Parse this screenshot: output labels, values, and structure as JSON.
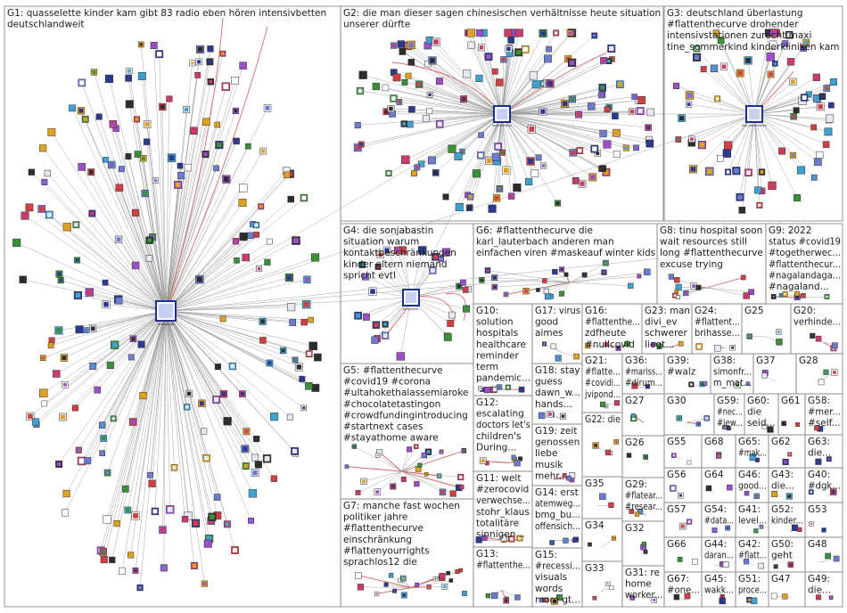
{
  "groups": [
    {
      "id": "g1",
      "lines": [
        "G1: quasselette kinder kam gibt 83 radio eben hören intensivbetten",
        "deutschlandweit"
      ]
    },
    {
      "id": "g2",
      "lines": [
        "G2: die man dieser sagen chinesischen verhältnisse heute situation",
        "unserer dürfte"
      ]
    },
    {
      "id": "g3",
      "lines": [
        "G3: deutschland überlastung",
        "#flattenthecurve drohender",
        "intensivstationen zurecht maxi",
        "tine_sommerkind kinderkliniken kam"
      ]
    },
    {
      "id": "g4",
      "lines": [
        "G4: die sonjabastin",
        "situation warum",
        "kontaktbeschränkungen",
        "kinder eltern niemand",
        "spricht evtl"
      ]
    },
    {
      "id": "g5",
      "lines": [
        "G5: #flattenthecurve",
        "#covid19 #corona",
        "#ultahokethalassemiaroke",
        "#chocolatetastingon",
        "#crowdfundingintroducing",
        "#startnext cases",
        "#stayathome aware"
      ]
    },
    {
      "id": "g6",
      "lines": [
        "G6: #flattenthecurve die",
        "karl_lauterbach anderen man",
        "einfachen viren #maskeauf winter kids"
      ]
    },
    {
      "id": "g7",
      "lines": [
        "G7: manche fast wochen",
        "politiker jahre",
        "#flattenthecurve",
        "einschränkung",
        "#flattenyourrights",
        "sprachlos12 die"
      ]
    },
    {
      "id": "g8",
      "lines": [
        "G8: tinu hospital soon",
        "wait resources still",
        "long #flattenthecurve",
        "excuse trying"
      ]
    },
    {
      "id": "g9",
      "lines": [
        "G9: 2022",
        "status #covid19",
        "#togetherwec...",
        "#flattenthecur...",
        "#nagalandaga...",
        "#nagaland..."
      ]
    },
    {
      "id": "g10",
      "lines": [
        "G10:",
        "solution",
        "hospitals",
        "healthcare",
        "reminder",
        "term",
        "pandemic..."
      ]
    },
    {
      "id": "g11",
      "lines": [
        "G11: welt",
        "#zerocovid",
        "verwechse...",
        "stohr_klaus",
        "totalitäre",
        "sinnigen..."
      ]
    },
    {
      "id": "g12",
      "lines": [
        "G12:",
        "escalating",
        "doctors let's",
        "children's",
        "During..."
      ]
    },
    {
      "id": "g13",
      "lines": [
        "G13:",
        "#flattenthe..."
      ]
    },
    {
      "id": "g14",
      "lines": [
        "G14: erst",
        "atemweg...",
        "bmg_bu...",
        "offensich..."
      ]
    },
    {
      "id": "g15",
      "lines": [
        "G15:",
        "#recessi...",
        "visuals",
        "words",
        "more gt..."
      ]
    },
    {
      "id": "g16",
      "lines": [
        "G16:",
        "#flattenthe...",
        "zdfheute",
        "#nullcovid"
      ]
    },
    {
      "id": "g17",
      "lines": [
        "G17: virus",
        "good",
        "aimes"
      ]
    },
    {
      "id": "g18",
      "lines": [
        "G18: stay",
        "guess",
        "dawn_w...",
        "hands..."
      ]
    },
    {
      "id": "g19",
      "lines": [
        "G19: zeit",
        "genossen",
        "liebe",
        "musik",
        "mehr..."
      ]
    },
    {
      "id": "g20",
      "lines": [
        "G20:",
        "verhinde..."
      ]
    },
    {
      "id": "g21",
      "lines": [
        "G21:",
        "#flatte...",
        "#covidi...",
        "jvipond..."
      ]
    },
    {
      "id": "g22",
      "lines": [
        "G22: die"
      ]
    },
    {
      "id": "g23",
      "lines": [
        "G23: man",
        "divi_ev",
        "schwerer",
        "liegt..."
      ]
    },
    {
      "id": "g24",
      "lines": [
        "G24:",
        "#flattent...",
        "brihasse..."
      ]
    },
    {
      "id": "g25",
      "lines": [
        "G25"
      ]
    },
    {
      "id": "g26",
      "lines": [
        "G26"
      ]
    },
    {
      "id": "g27",
      "lines": [
        "G27"
      ]
    },
    {
      "id": "g28",
      "lines": [
        "G28"
      ]
    },
    {
      "id": "g29",
      "lines": [
        "G29:",
        "#flatear...",
        "#resear..."
      ]
    },
    {
      "id": "g30",
      "lines": [
        "G30"
      ]
    },
    {
      "id": "g31",
      "lines": [
        "G31: re",
        "home",
        "worker..."
      ]
    },
    {
      "id": "g32",
      "lines": [
        "G32"
      ]
    },
    {
      "id": "g33",
      "lines": [
        "G33"
      ]
    },
    {
      "id": "g34",
      "lines": [
        "G34"
      ]
    },
    {
      "id": "g35",
      "lines": [
        "G35"
      ]
    },
    {
      "id": "g36",
      "lines": [
        "G36:",
        "#mariss...",
        "#dirum..."
      ]
    },
    {
      "id": "g37",
      "lines": [
        "G37"
      ]
    },
    {
      "id": "g38",
      "lines": [
        "G38:",
        "simonfr...",
        "m_mat..."
      ]
    },
    {
      "id": "g39",
      "lines": [
        "G39:",
        "#walz"
      ]
    },
    {
      "id": "g40",
      "lines": [
        "G40:",
        "#dgk..."
      ]
    },
    {
      "id": "g41",
      "lines": [
        "G41:",
        "level..."
      ]
    },
    {
      "id": "g42",
      "lines": [
        "G42:",
        "#flatt..."
      ]
    },
    {
      "id": "g43",
      "lines": [
        "G43:",
        "die..."
      ]
    },
    {
      "id": "g44",
      "lines": [
        "G44:",
        "daran..."
      ]
    },
    {
      "id": "g45",
      "lines": [
        "G45:",
        "wakk..."
      ]
    },
    {
      "id": "g46",
      "lines": [
        "G46:",
        "good..."
      ]
    },
    {
      "id": "g47",
      "lines": [
        "G47"
      ]
    },
    {
      "id": "g48",
      "lines": [
        "G48"
      ]
    },
    {
      "id": "g49",
      "lines": [
        "G49:",
        "die..."
      ]
    },
    {
      "id": "g50",
      "lines": [
        "G50:",
        "geht"
      ]
    },
    {
      "id": "g51",
      "lines": [
        "G51:",
        "proce..."
      ]
    },
    {
      "id": "g52",
      "lines": [
        "G52:",
        "kinder..."
      ]
    },
    {
      "id": "g53",
      "lines": [
        "G53"
      ]
    },
    {
      "id": "g54",
      "lines": [
        "G54:",
        "#data..."
      ]
    },
    {
      "id": "g55",
      "lines": [
        "G55"
      ]
    },
    {
      "id": "g56",
      "lines": [
        "G56"
      ]
    },
    {
      "id": "g57",
      "lines": [
        "G57"
      ]
    },
    {
      "id": "g58",
      "lines": [
        "G58:",
        "#mer...",
        "#self..."
      ]
    },
    {
      "id": "g59",
      "lines": [
        "G59:",
        "#nec...",
        "#jew..."
      ]
    },
    {
      "id": "g60",
      "lines": [
        "G60:",
        "die",
        "seid..."
      ]
    },
    {
      "id": "g61",
      "lines": [
        "G61"
      ]
    },
    {
      "id": "g62",
      "lines": [
        "G62"
      ]
    },
    {
      "id": "g63",
      "lines": [
        "G63:",
        "die..."
      ]
    },
    {
      "id": "g64",
      "lines": [
        "G64"
      ]
    },
    {
      "id": "g65",
      "lines": [
        "G65:",
        "#mak..."
      ]
    },
    {
      "id": "g66",
      "lines": [
        "G66"
      ]
    },
    {
      "id": "g67",
      "lines": [
        "G67:",
        "#one..."
      ]
    },
    {
      "id": "g68",
      "lines": [
        "G68"
      ]
    }
  ],
  "hubs": {
    "g1": "quasselette",
    "g2": "fleuryschellen",
    "g3": "tine_sommerkind",
    "g4": "sonjabastin"
  },
  "colors": {
    "edge": "#9b9b9b",
    "highlight_edge": "#d86a6a",
    "hub_border": "#1d2f8f",
    "node_palette": [
      "#2b3a8f",
      "#6c7bd0",
      "#ffffff",
      "#e8e8f5",
      "#3b8f3b",
      "#c93b6b",
      "#e0a020",
      "#9a4fc8",
      "#2d2d2d",
      "#d04040",
      "#40a0d0"
    ]
  }
}
